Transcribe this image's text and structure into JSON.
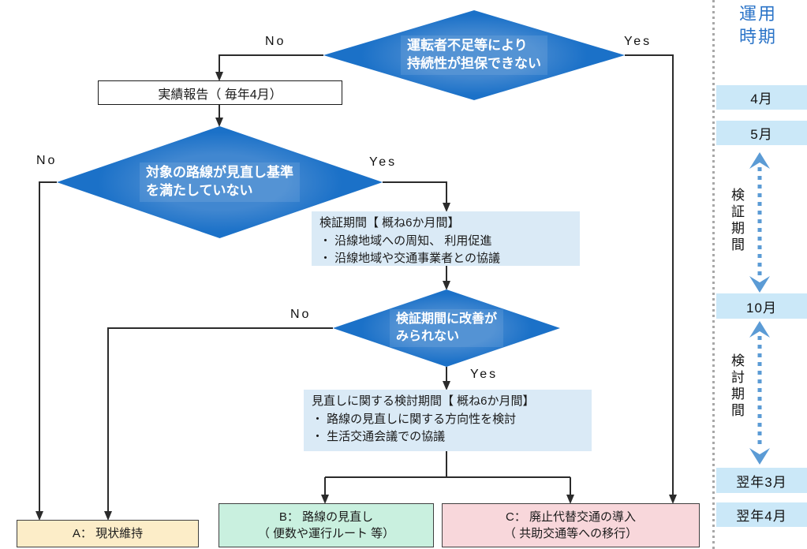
{
  "labels": {
    "no": "No",
    "yes": "Yes"
  },
  "flowchart": {
    "decision_driver_shortage": {
      "line1": "運転者不足等により",
      "line2": "持続性が担保できない"
    },
    "report_box": {
      "label": "実績報告（ 毎年4月）"
    },
    "decision_criteria": {
      "line1": "対象の路線が見直し基準",
      "line2": "を満たしていない"
    },
    "verification_box": {
      "title": "検証期間【 概ね6か月間】",
      "items": [
        "・ 沿線地域への周知、 利用促進",
        "・ 沿線地域や交通事業者との協議"
      ]
    },
    "decision_improvement": {
      "line1": "検証期間に改善が",
      "line2": "みられない"
    },
    "review_box": {
      "title": "見直しに関する検討期間【 概ね6か月間】",
      "items": [
        "・ 路線の見直しに関する方向性を検討",
        "・ 生活交通会議での協議"
      ]
    },
    "outcome_a": {
      "line1": "A： 現状維持"
    },
    "outcome_b": {
      "line1": "B： 路線の見直し",
      "line2": "（ 便数や運行ルート 等）"
    },
    "outcome_c": {
      "line1": "C： 廃止代替交通の導入",
      "line2": "（ 共助交通等への移行）"
    }
  },
  "timeline": {
    "header_line1": "運用",
    "header_line2": "時期",
    "months": [
      "4月",
      "5月",
      "10月",
      "翌年3月",
      "翌年4月"
    ],
    "periods": [
      "検証期間",
      "検討期間"
    ]
  },
  "colors": {
    "diamond_blue": "#1b71c8",
    "diamond_highlight": "#4187d0",
    "process_fill": "#daeaf6",
    "band_fill": "#cbe8f8",
    "timeline_arrow": "#5b9bd5",
    "header_text": "#2b74c8",
    "outcome_a_fill": "#fcedc8",
    "outcome_b_fill": "#c9f0df",
    "outcome_c_fill": "#f8d7db",
    "line_color": "#2b2b2b",
    "border_dark": "#3f3f3f"
  }
}
